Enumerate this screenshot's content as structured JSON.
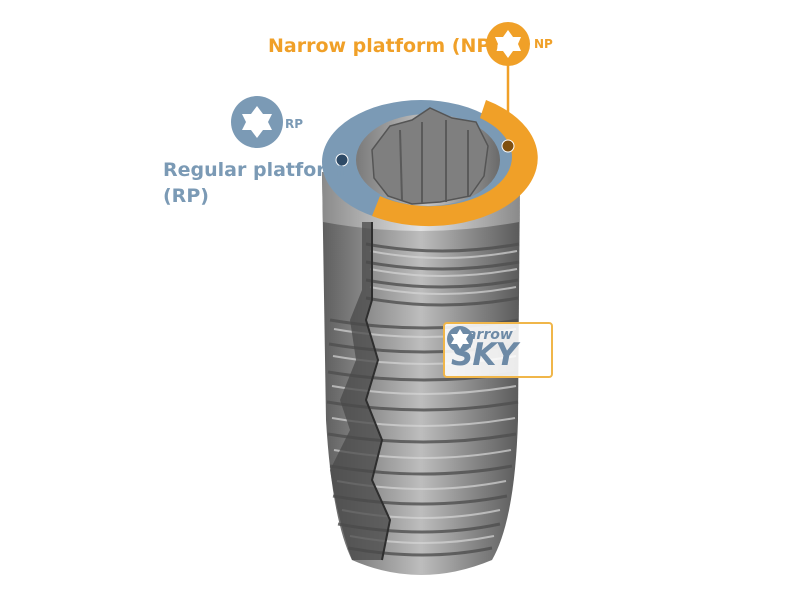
{
  "labels": {
    "narrow_platform": "Narrow platform (NP)",
    "np_tag": "NP",
    "regular_platform_line1": "Regular platform",
    "regular_platform_line2": "(RP)",
    "rp_tag": "RP"
  },
  "badge": {
    "small": "narrow",
    "big": "SKY"
  },
  "colors": {
    "narrow": "#f0a028",
    "regular": "#7b9ab5",
    "metal_dark": "#6e6e6e",
    "metal_mid": "#9a9a9a",
    "metal_light": "#c9c9c9",
    "badge_text": "#6d8aa6"
  },
  "icons": {
    "np_icon": "hexalobular-star-icon",
    "rp_icon": "hexalobular-star-icon",
    "badge_icon": "hexalobular-star-icon"
  }
}
